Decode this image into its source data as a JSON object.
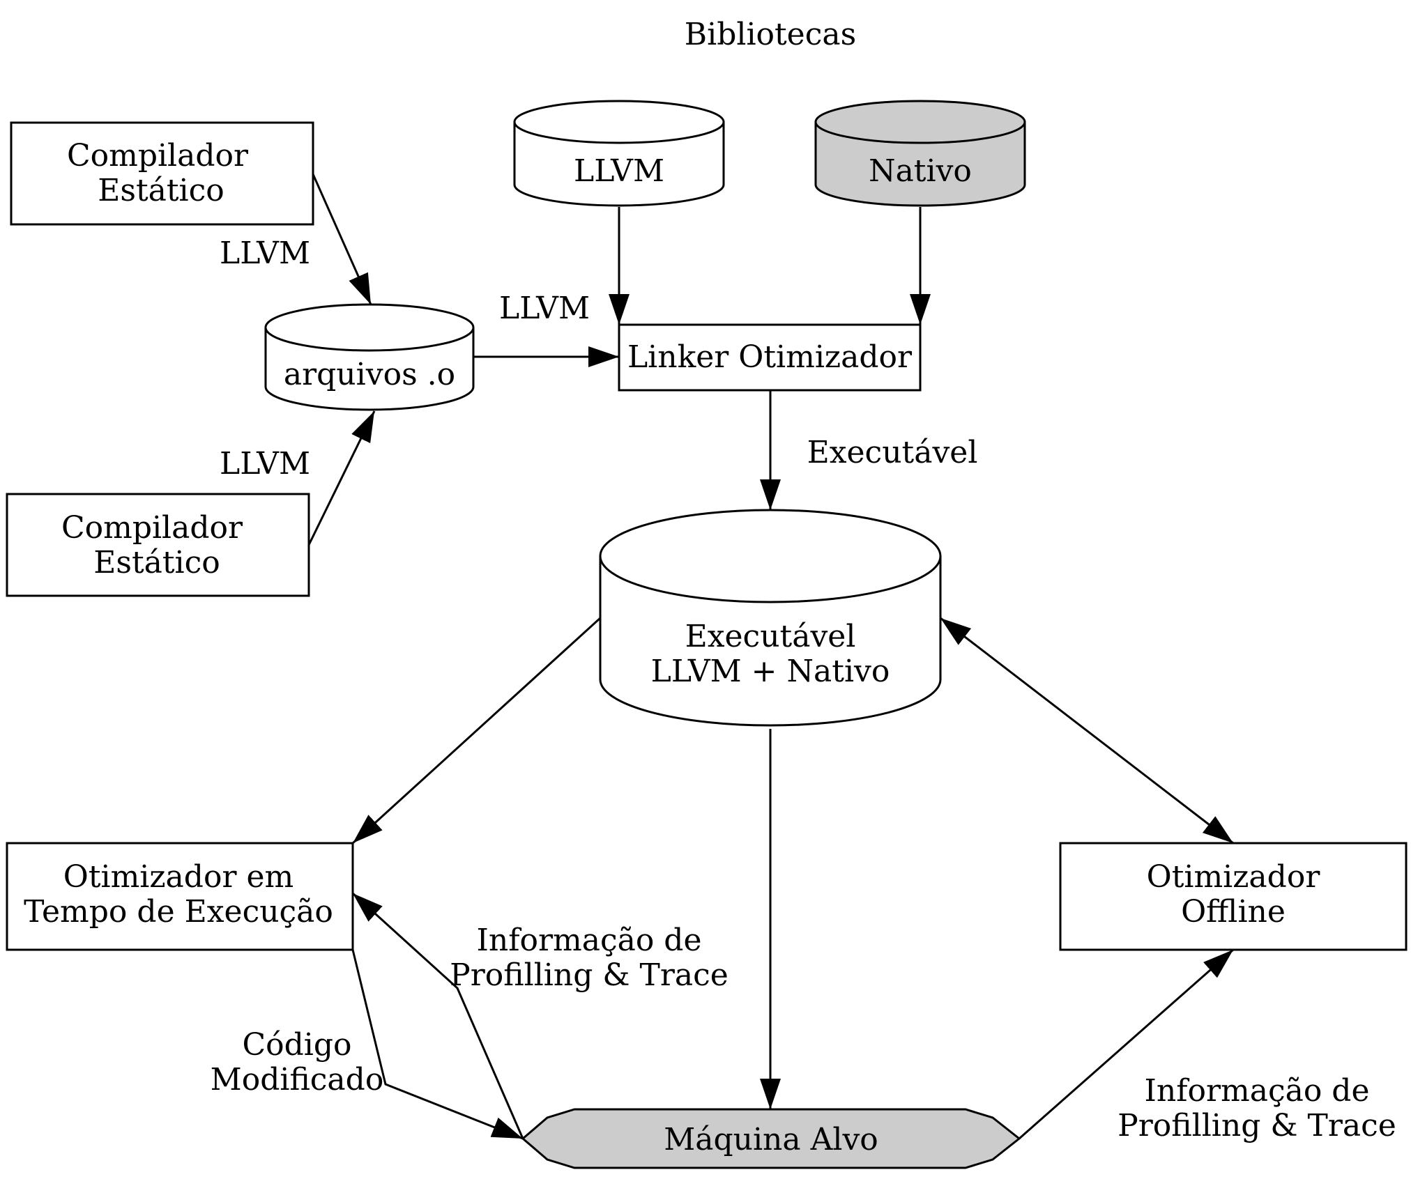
{
  "title": "Bibliotecas",
  "colors": {
    "shaded": "#cccccc",
    "white": "#ffffff",
    "line": "#000000"
  },
  "nodes": {
    "compiler_top": {
      "lines": [
        "Compilador",
        "Estático"
      ]
    },
    "compiler_bottom": {
      "lines": [
        "Compilador",
        "Estático"
      ]
    },
    "object_files": {
      "label": "arquivos .o"
    },
    "lib_llvm": {
      "label": "LLVM"
    },
    "lib_native": {
      "label": "Nativo"
    },
    "linker": {
      "label": "Linker Otimizador"
    },
    "executable": {
      "lines": [
        "Executável",
        "LLVM + Nativo"
      ]
    },
    "runtime_optimizer": {
      "lines": [
        "Otimizador em",
        "Tempo de Execução"
      ]
    },
    "offline_optimizer": {
      "lines": [
        "Otimizador",
        "Offline"
      ]
    },
    "target_machine": {
      "label": "Máquina Alvo"
    }
  },
  "edge_labels": {
    "llvm_top": "LLVM",
    "llvm_bottom": "LLVM",
    "llvm_to_linker": "LLVM",
    "executable": "Executável",
    "profiling_left": [
      "Informação de",
      "Profilling & Trace"
    ],
    "profiling_right": [
      "Informação de",
      "Profilling & Trace"
    ],
    "modified_code": [
      "Código",
      "Modificado"
    ]
  }
}
